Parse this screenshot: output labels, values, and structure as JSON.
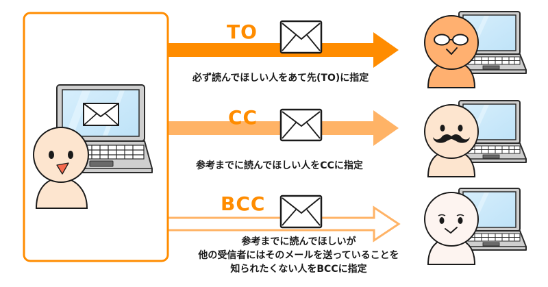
{
  "colors": {
    "to_arrow": "#ff8c00",
    "cc_arrow": "#ffb366",
    "bcc_arrow_outline": "#ffb366",
    "sender_box_border": "#ff8c00",
    "label_text": "#ff8c00",
    "skin_light": "#fde5cf",
    "skin_orange": "#ffb070",
    "skin_pale": "#fdf4f0",
    "laptop_body": "#cfcfcf",
    "laptop_screen": "#c9e8fa"
  },
  "sender": {
    "icon": "person-with-laptop-icon",
    "screen_icon": "envelope-icon"
  },
  "rows": [
    {
      "id": "to",
      "label": "TO",
      "style": "solid-dark",
      "description_lines": [
        "必ず読んでほしい人をあて先(TO)に指定"
      ],
      "recipient": "glasses"
    },
    {
      "id": "cc",
      "label": "CC",
      "style": "solid-light",
      "description_lines": [
        "参考までに読んでほしい人をCCに指定"
      ],
      "recipient": "mustache"
    },
    {
      "id": "bcc",
      "label": "BCC",
      "style": "outline",
      "description_lines": [
        "参考までに読んでほしいが",
        "他の受信者にはそのメールを送っていることを",
        "知られたくない人をBCCに指定"
      ],
      "recipient": "eyelashes"
    }
  ]
}
